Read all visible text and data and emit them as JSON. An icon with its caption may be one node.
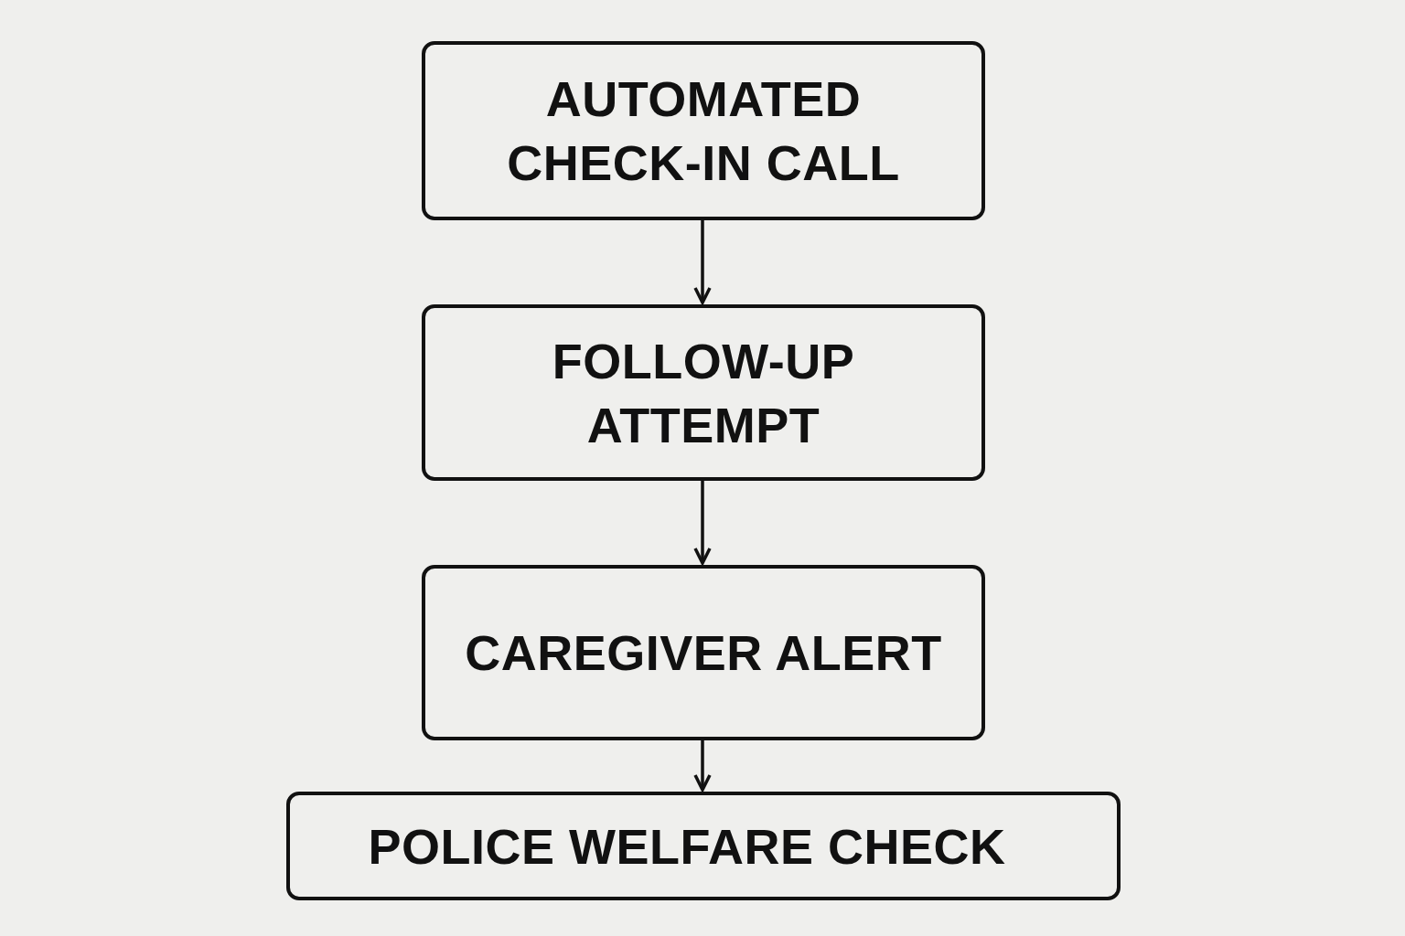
{
  "diagram": {
    "nodes": [
      {
        "text": [
          "AUTOMATED CHECK-IN CALL"
        ]
      },
      {
        "text": [
          "FOLLOW-UP ATTEMPT"
        ]
      },
      {
        "text": [
          "CAREGIVER ALERT"
        ]
      },
      {
        "text": [
          "POLICE WELFARE CHECK"
        ]
      }
    ],
    "edges": [
      {
        "from": 0,
        "to": 1,
        "arrow": "to"
      },
      {
        "from": 1,
        "to": 2,
        "arrow": "to"
      },
      {
        "from": 2,
        "to": 3,
        "arrow": "to"
      }
    ]
  }
}
